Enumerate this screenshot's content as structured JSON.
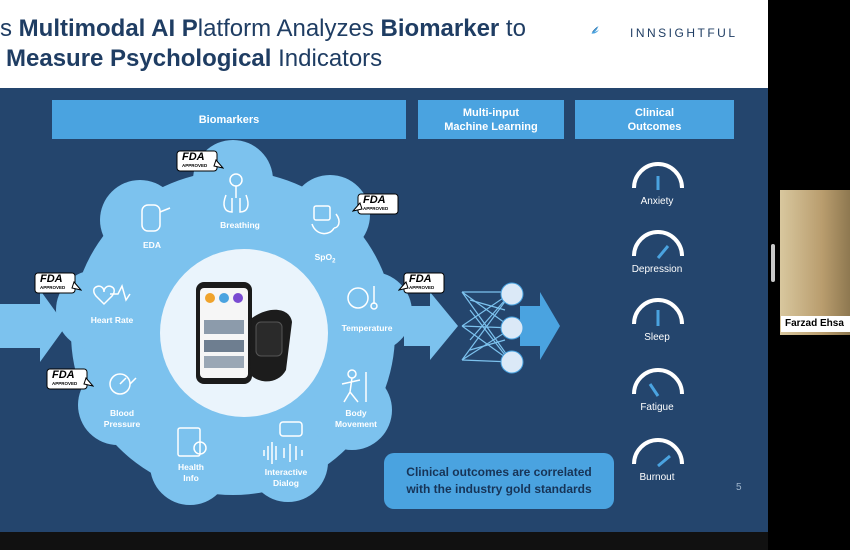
{
  "slide": {
    "title_line1_prefix": "s ",
    "title_line1_bold1": "Multimodal AI P",
    "title_line1_mid": "latform Analyzes ",
    "title_line1_bold2": "Biomarker",
    "title_line1_suffix": " to",
    "title_line2_bold": "Measure Psychological",
    "title_line2_suffix": " Indicators",
    "brand": "INNSIGHTFUL",
    "page_number": "5"
  },
  "headers": {
    "biomarkers": "Biomarkers",
    "ml_line1": "Multi-input",
    "ml_line2": "Machine Learning",
    "clinical_line1": "Clinical",
    "clinical_line2": "Outcomes"
  },
  "biomarkers": {
    "eda": "EDA",
    "breathing": "Breathing",
    "spo2": "SpO",
    "spo2_sub": "2",
    "heart_rate": "Heart Rate",
    "temperature": "Temperature",
    "blood_pressure_line1": "Blood",
    "blood_pressure_line2": "Pressure",
    "body_movement_line1": "Body",
    "body_movement_line2": "Movement",
    "health_info_line1": "Health",
    "health_info_line2": "Info",
    "interactive_dialog_line1": "Interactive",
    "interactive_dialog_line2": "Dialog"
  },
  "fda_badge": {
    "top": "FDA",
    "bottom": "APPROVED"
  },
  "outcomes": [
    "Anxiety",
    "Depression",
    "Sleep",
    "Fatigue",
    "Burnout"
  ],
  "note": {
    "line1": "Clinical outcomes are correlated",
    "line2": "with the industry gold standards"
  },
  "participant": {
    "name": "Farzad Ehsa"
  },
  "colors": {
    "slide_bg": "#24456d",
    "accent_blue": "#4aa3e0",
    "light_blue": "#7cc2ee",
    "title_navy": "#1f3d63"
  }
}
